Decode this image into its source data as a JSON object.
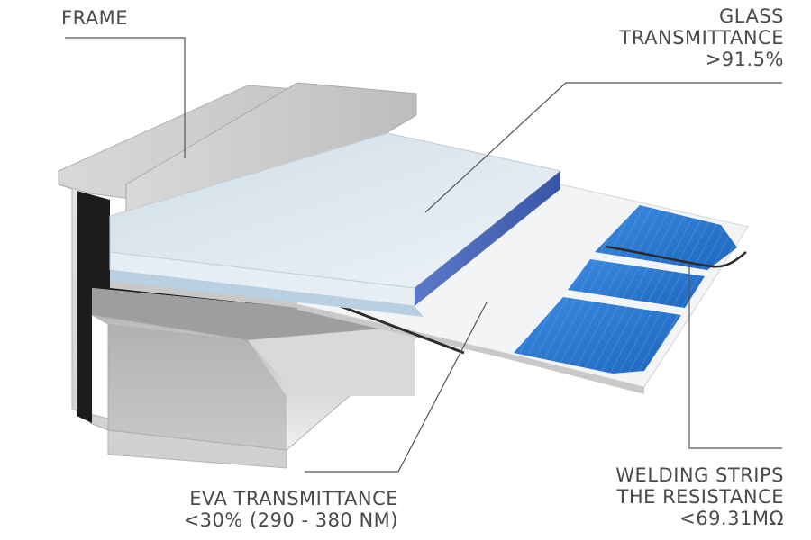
{
  "labels": {
    "frame": "FRAME",
    "glass": [
      "GLASS",
      "TRANSMITTANCE",
      ">91.5%"
    ],
    "eva": [
      "EVA TRANSMITTANCE",
      "<30% (290 - 380 NM)"
    ],
    "welding": [
      "WELDING STRIPS",
      "THE RESISTANCE",
      "<69.31MΩ"
    ]
  },
  "colors": {
    "text": "#4a4a4a",
    "leader": "#555555",
    "cell_blue": "#2f7fd0",
    "frame_metal": "#c9c9c9",
    "glass": "#dbe6ee"
  }
}
